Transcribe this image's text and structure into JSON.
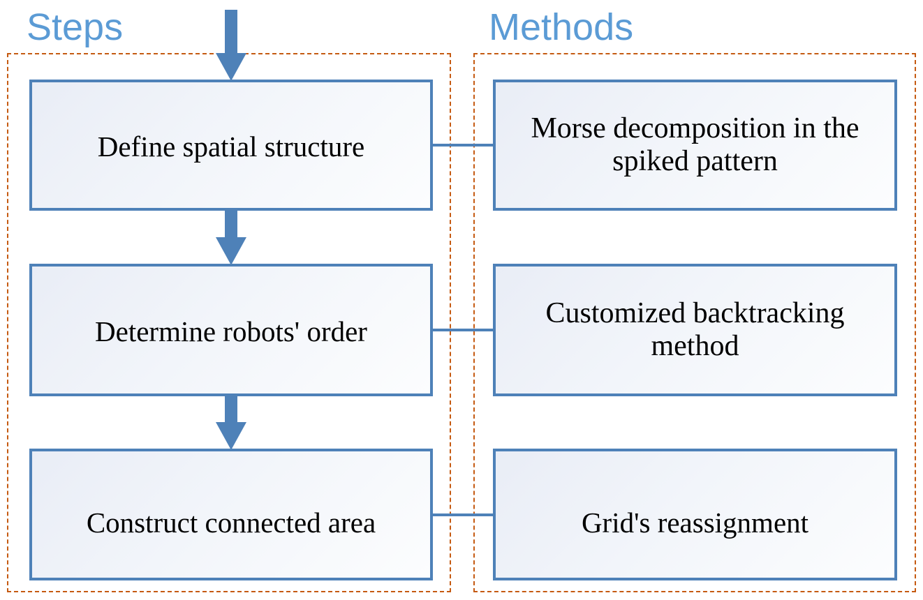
{
  "diagram": {
    "title": "Steps and Methods flow diagram",
    "columns": [
      {
        "key": "steps",
        "heading": "Steps"
      },
      {
        "key": "methods",
        "heading": "Methods"
      }
    ],
    "colors": {
      "heading": "#5B9BD5",
      "box_border": "#4E81B8",
      "box_fill_light": "#FCFDFE",
      "box_fill_dark": "#E9EDF6",
      "group_dashed_border": "#C55A11",
      "arrow": "#4E81B8",
      "connector": "#4E81B8",
      "text": "#000000"
    },
    "rows": [
      {
        "index": 1,
        "step": "Define spatial structure",
        "method": "Morse decomposition in the spiked pattern"
      },
      {
        "index": 2,
        "step": "Determine robots' order",
        "method": "Customized backtracking method"
      },
      {
        "index": 3,
        "step": "Construct connected area",
        "method": "Grid's reassignment"
      }
    ],
    "arrows": [
      {
        "name": "entry-arrow",
        "direction": "down",
        "from": "top-of-diagram",
        "to": "Define spatial structure"
      },
      {
        "name": "step-1-to-step-2",
        "direction": "down",
        "from": "Define spatial structure",
        "to": "Determine robots' order"
      },
      {
        "name": "step-2-to-step-3",
        "direction": "down",
        "from": "Determine robots' order",
        "to": "Construct connected area"
      }
    ],
    "connectors": [
      {
        "name": "link-row-1",
        "from": "Define spatial structure",
        "to": "Morse decomposition in the spiked pattern"
      },
      {
        "name": "link-row-2",
        "from": "Determine robots' order",
        "to": "Customized backtracking method"
      },
      {
        "name": "link-row-3",
        "from": "Construct connected area",
        "to": "Grid's reassignment"
      }
    ]
  }
}
